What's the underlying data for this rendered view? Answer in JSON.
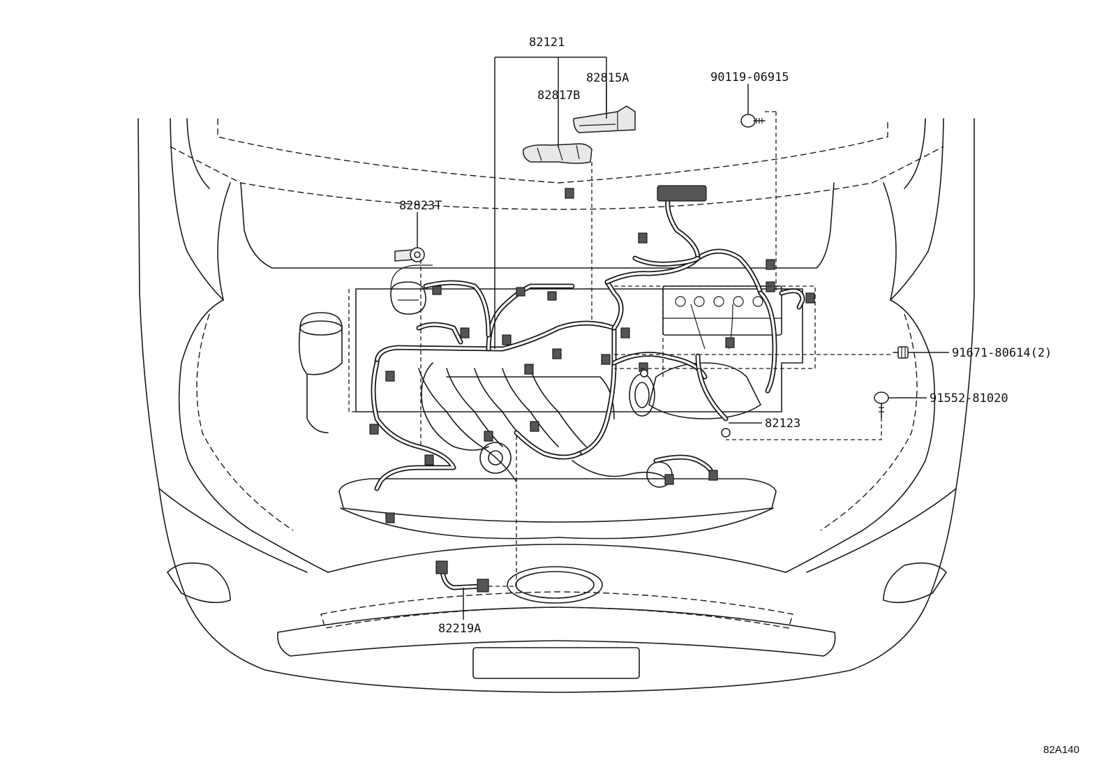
{
  "diagram_id": "82A140",
  "callouts": [
    {
      "key": "c82121",
      "text": "82121"
    },
    {
      "key": "c82815A",
      "text": "82815A"
    },
    {
      "key": "c82817B",
      "text": "82817B"
    },
    {
      "key": "c90119",
      "text": "90119-06915"
    },
    {
      "key": "c82823T",
      "text": "82823T"
    },
    {
      "key": "c91671",
      "text": "91671-80614(2)"
    },
    {
      "key": "c91552",
      "text": "91552-81020"
    },
    {
      "key": "c82123",
      "text": "82123"
    },
    {
      "key": "c82219A",
      "text": "82219A"
    }
  ]
}
